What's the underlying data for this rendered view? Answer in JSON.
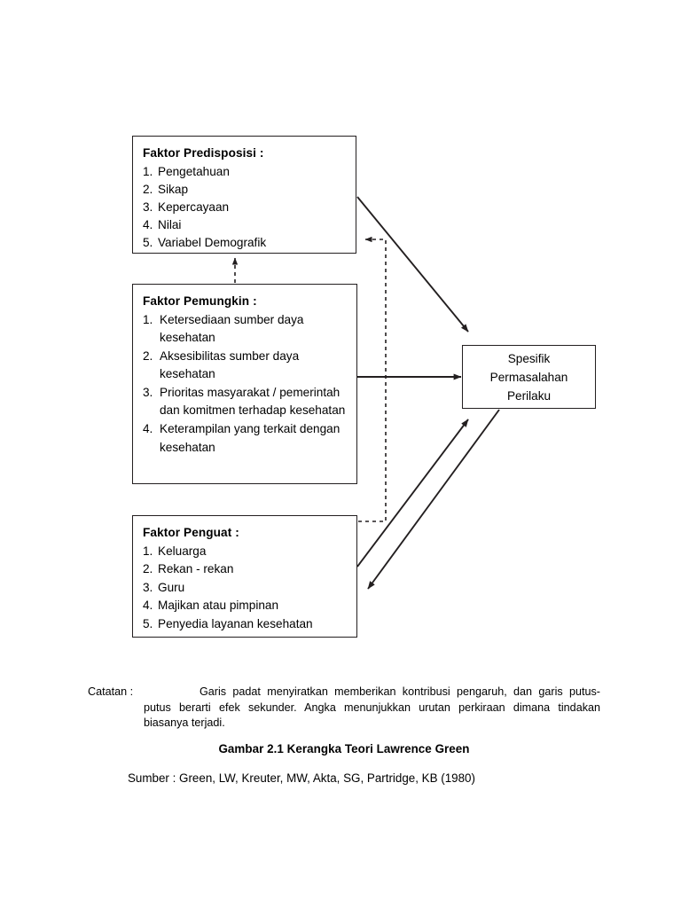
{
  "figure": {
    "title": "Gambar 2.1 Kerangka Teori Lawrence Green",
    "source": "Sumber : Green, LW, Kreuter, MW, Akta, SG, Partridge, KB (1980)",
    "note_label": "Catatan :",
    "note_text": "Garis padat menyiratkan memberikan kontribusi pengaruh, dan garis putus-putus berarti efek sekunder. Angka menunjukkan urutan perkiraan dimana tindakan biasanya terjadi.",
    "line_color": "#231f20"
  },
  "nodes": {
    "predisposisi": {
      "title": "Faktor Predisposisi :",
      "items": [
        {
          "num": "1.",
          "text": "Pengetahuan"
        },
        {
          "num": "2.",
          "text": "Sikap"
        },
        {
          "num": "3.",
          "text": "Kepercayaan"
        },
        {
          "num": "4.",
          "text": "Nilai"
        },
        {
          "num": "5.",
          "text": "Variabel Demografik"
        }
      ]
    },
    "pemungkin": {
      "title": "Faktor Pemungkin :",
      "items": [
        {
          "num": "1.",
          "text": "Ketersediaan sumber daya kesehatan"
        },
        {
          "num": "2.",
          "text": "Aksesibilitas sumber daya kesehatan"
        },
        {
          "num": "3.",
          "text": "Prioritas masyarakat / pemerintah dan komitmen terhadap kesehatan"
        },
        {
          "num": "4.",
          "text": "Keterampilan yang terkait dengan kesehatan"
        }
      ]
    },
    "penguat": {
      "title": "Faktor Penguat :",
      "items": [
        {
          "num": "1.",
          "text": "Keluarga"
        },
        {
          "num": "2.",
          "text": "Rekan - rekan"
        },
        {
          "num": "3.",
          "text": "Guru"
        },
        {
          "num": "4.",
          "text": "Majikan atau pimpinan"
        },
        {
          "num": "5.",
          "text": "Penyedia layanan kesehatan"
        }
      ]
    },
    "spesifik": {
      "line1": "Spesifik",
      "line2": "Permasalahan",
      "line3": "Perilaku"
    }
  },
  "connectors": [
    {
      "id": "predisposisi-to-spesifik",
      "style": "solid",
      "label": ""
    },
    {
      "id": "pemungkin-to-spesifik",
      "style": "solid",
      "label": ""
    },
    {
      "id": "penguat-to-spesifik",
      "style": "solid",
      "label": ""
    },
    {
      "id": "spesifik-to-penguat",
      "style": "solid",
      "label": ""
    },
    {
      "id": "pemungkin-to-predisposisi",
      "style": "dashed",
      "label": ""
    },
    {
      "id": "penguat-to-predisposisi",
      "style": "dashed",
      "label": ""
    }
  ]
}
